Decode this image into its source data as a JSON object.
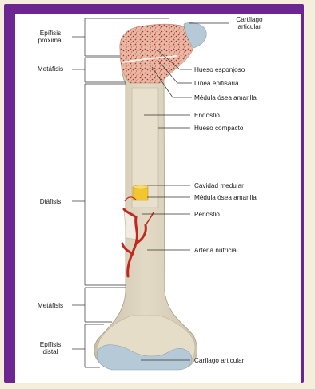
{
  "diagram": {
    "left_labels": {
      "epifisis_proximal": [
        "Epífisis",
        "proximal"
      ],
      "metafisis_superior": "Metáfisis",
      "diafisis": "Diáfisis",
      "metafisis_inferior": "Metáfisis",
      "epifisis_distal": [
        "Epífisis",
        "distal"
      ]
    },
    "right_labels": {
      "cartilago_articular_top": [
        "Cartílago",
        "articular"
      ],
      "hueso_esponjoso": "Hueso esponjoso",
      "linea_epifisaria": "Línea epifisaria",
      "medula_amarilla_top": "Médula ósea amarilla",
      "endostio": "Endostio",
      "hueso_compacto": "Hueso compacto",
      "cavidad_medular": "Cavidad medular",
      "medula_amarilla_mid": "Médula ósea amarilla",
      "periostio": "Periostio",
      "arteria_nutricia": "Arteria nutricia",
      "cartilago_articular_bottom": "Carílago articular"
    },
    "colors": {
      "frame": "#6d2591",
      "bone": "#ddd3bd",
      "bone_shade": "#c9bfa6",
      "spongy": "#d9a58f",
      "spongy_dots": "#b43a2c",
      "cartilage": "#b6c9d6",
      "marrow": "#f2c531",
      "artery": "#c0291f"
    }
  }
}
